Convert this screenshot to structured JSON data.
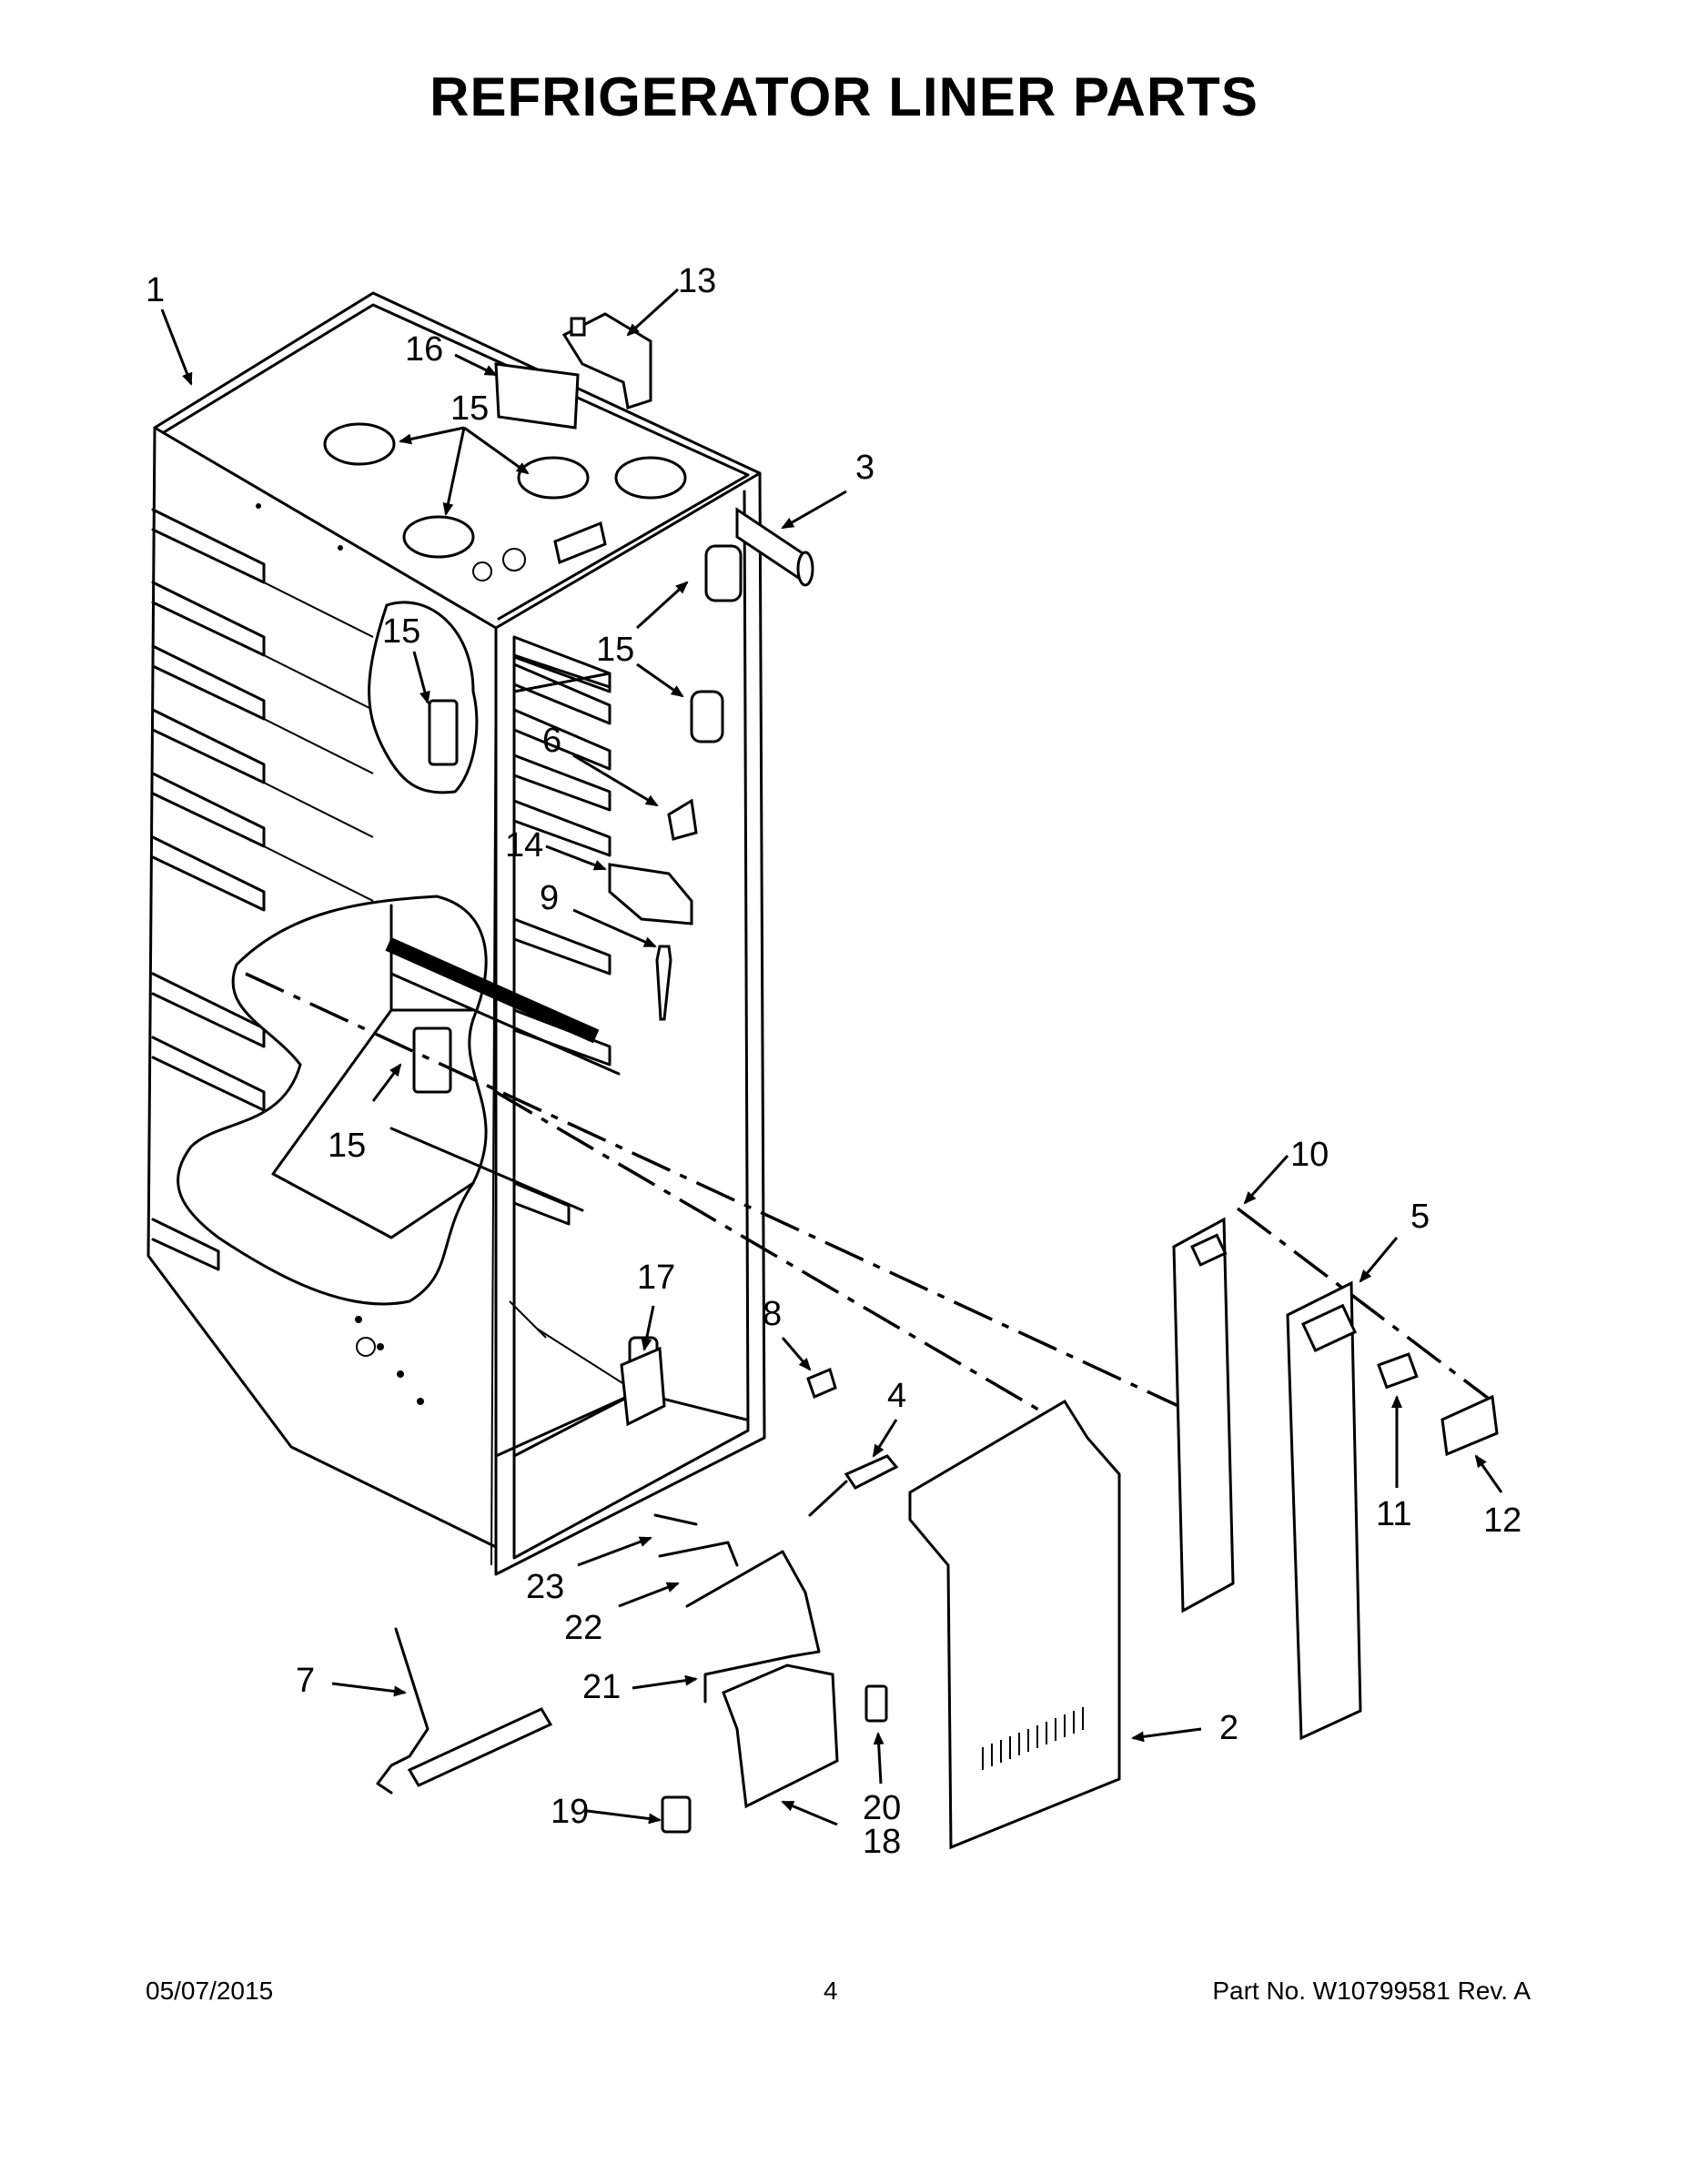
{
  "title": "REFRIGERATOR LINER PARTS",
  "callouts": {
    "c1": "1",
    "c2": "2",
    "c3": "3",
    "c4": "4",
    "c5": "5",
    "c6": "6",
    "c7": "7",
    "c8": "8",
    "c9": "9",
    "c10": "10",
    "c11": "11",
    "c12": "12",
    "c13": "13",
    "c14": "14",
    "c15a": "15",
    "c15b": "15",
    "c15c": "15",
    "c15d": "15",
    "c16": "16",
    "c17": "17",
    "c18": "18",
    "c19": "19",
    "c20": "20",
    "c21": "21",
    "c22": "22",
    "c23": "23"
  },
  "footer": {
    "date": "05/07/2015",
    "page": "4",
    "part": "Part No.  W10799581  Rev.  A"
  }
}
